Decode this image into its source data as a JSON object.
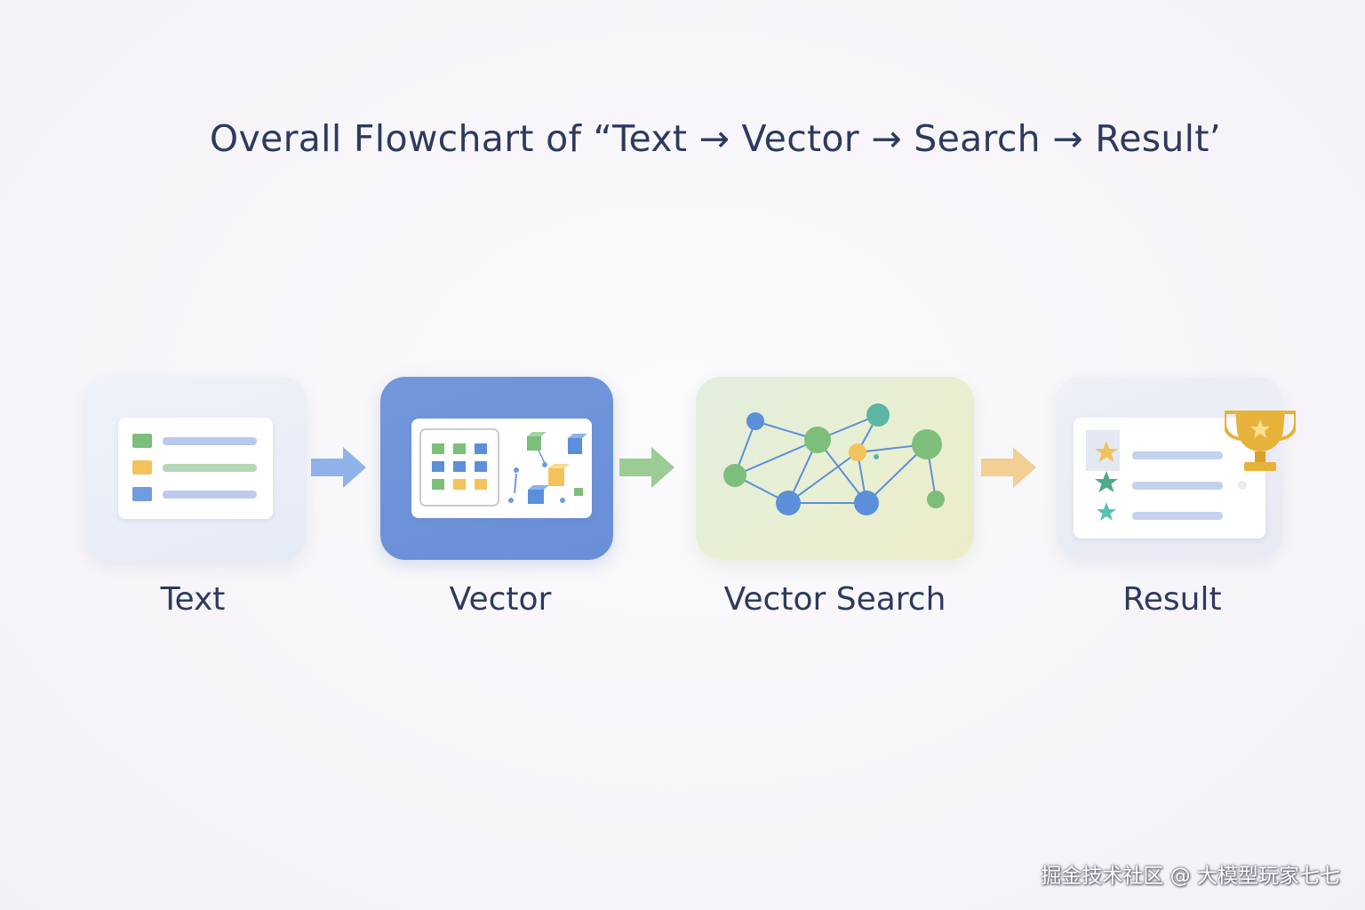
{
  "title": "Overall Flowchart of “Text → Vector → Search → Result’",
  "steps": [
    {
      "label": "Text"
    },
    {
      "label": "Vector"
    },
    {
      "label": "Vector Search"
    },
    {
      "label": "Result"
    }
  ],
  "icons": {
    "text": "document-list-icon",
    "vector": "embedding-grid-icon",
    "search": "vector-graph-icon",
    "result": "ranked-results-icon",
    "trophy": "trophy-icon",
    "star": "star-icon"
  },
  "colors": {
    "title_text": "#2d3a5e",
    "text_box": "#e9eef8",
    "vector_box": "#6f93da",
    "search_box": "#e6eed6",
    "result_box": "#eceef7",
    "arrow_blue": "#8fb3e8",
    "arrow_green": "#9ccb96",
    "arrow_orange": "#f2cf95",
    "green": "#7dbf7a",
    "yellow": "#f2c35c",
    "blue": "#5b8fd9",
    "teal": "#5bb6a4",
    "gold": "#e7b23a"
  },
  "footer": "掘金技术社区 @ 大模型玩家七七"
}
